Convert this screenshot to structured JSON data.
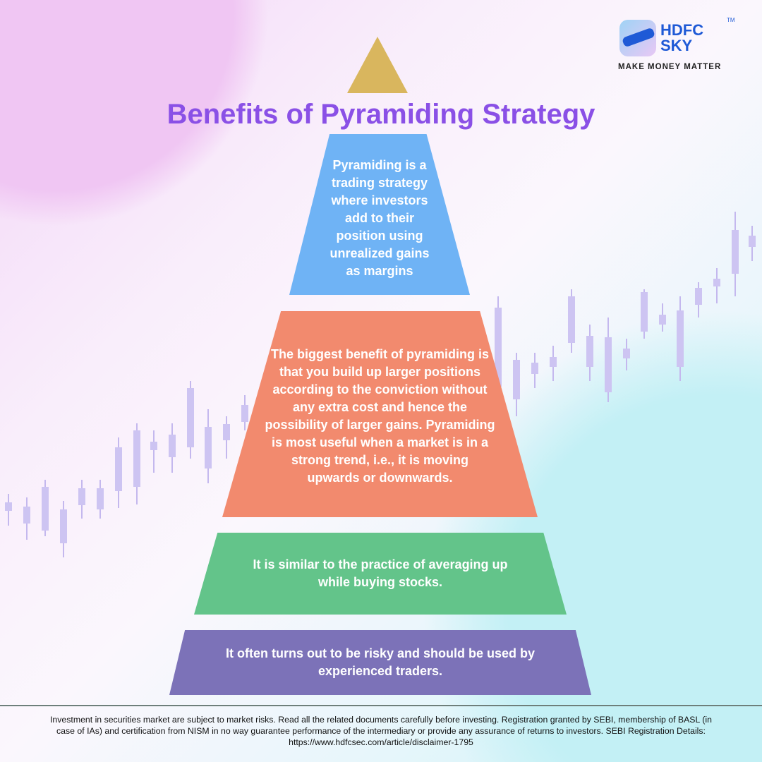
{
  "brand": {
    "name_line1": "HDFC",
    "name_line2": "SKY",
    "trademark": "TM",
    "tagline": "MAKE MONEY MATTER"
  },
  "title": "Benefits of Pyramiding Strategy",
  "tiers": [
    {
      "text": "Pyramiding is a trading strategy where investors add to their position using unrealized gains as margins",
      "color": "#6fb3f5"
    },
    {
      "text": "The biggest benefit of pyramiding is that you build up larger positions according to the conviction without any extra cost and hence the possibility of larger gains. Pyramiding is most useful when a market is in a strong trend, i.e., it is moving upwards or downwards.",
      "color": "#f28a6e"
    },
    {
      "text": "It is similar to the practice of averaging up while buying stocks.",
      "color": "#63c48a"
    },
    {
      "text": "It often turns out to be risky and should be used by experienced traders.",
      "color": "#7c72b8"
    }
  ],
  "apex_color": "#d9b65e",
  "title_color": "#8a50e6",
  "disclaimer": "Investment in securities market are subject to market risks. Read all the related documents carefully before investing. Registration granted by SEBI, membership of BASL (in case of IAs) and certification from NISM in no way guarantee performance of the intermediary or provide any assurance of returns to investors.  SEBI Registration Details: https://www.hdfcsec.com/article/disclaimer-1795"
}
